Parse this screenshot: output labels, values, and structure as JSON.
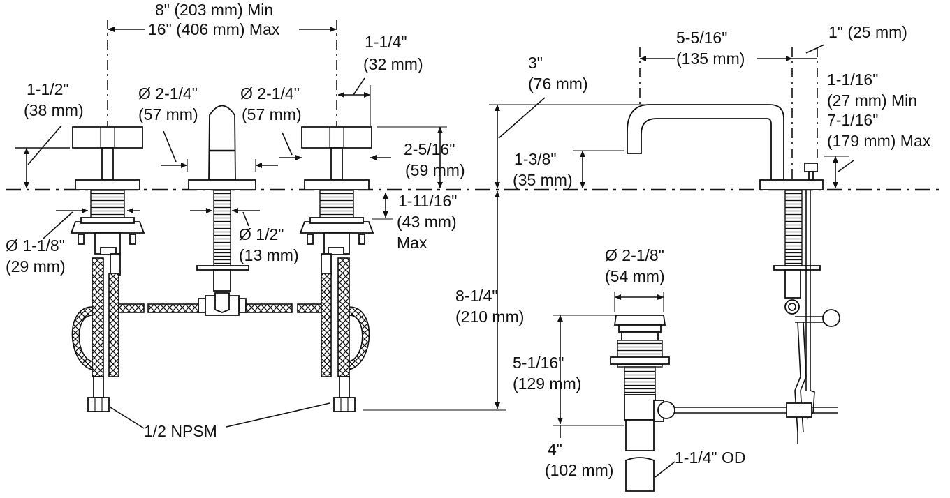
{
  "labels": {
    "spread_min": "8\" (203 mm) Min",
    "spread_max": "16\" (406 mm) Max",
    "handle_width": [
      "1-1/4\"",
      "(32 mm)"
    ],
    "handle_height": [
      "1-1/2\"",
      "(38 mm)"
    ],
    "spout_dia": [
      "Ø 2-1/4\"",
      "(57 mm)"
    ],
    "handle_dia": [
      "Ø 2-1/4\"",
      "(57 mm)"
    ],
    "handle_rise": [
      "2-5/16\"",
      "(59 mm)"
    ],
    "deck_max": [
      "1-11/16\"",
      "(43 mm)",
      "Max"
    ],
    "shank_dia": [
      "Ø 1-1/8\"",
      "(29 mm)"
    ],
    "tube_dia": [
      "Ø 1/2\"",
      "(13 mm)"
    ],
    "npsm": "1/2 NPSM",
    "spout_reach": [
      "5-5/16\"",
      "(135 mm)"
    ],
    "lift_offset": "1\" (25 mm)",
    "spout_top": [
      "3\"",
      "(76 mm)"
    ],
    "lift_range": [
      "1-1/16\"",
      "(27 mm) Min",
      "7-1/16\"",
      "(179 mm) Max"
    ],
    "spout_clearance": [
      "1-3/8\"",
      "(35 mm)"
    ],
    "below_deck": [
      "8-1/4\"",
      "(210 mm)"
    ],
    "drain_dia": [
      "Ø 2-1/8\"",
      "(54 mm)"
    ],
    "drain_height": [
      "5-1/16\"",
      "(129 mm)"
    ],
    "tailpiece": [
      "4\"",
      "(102 mm)"
    ],
    "tailpiece_od": "1-1/4\" OD"
  }
}
